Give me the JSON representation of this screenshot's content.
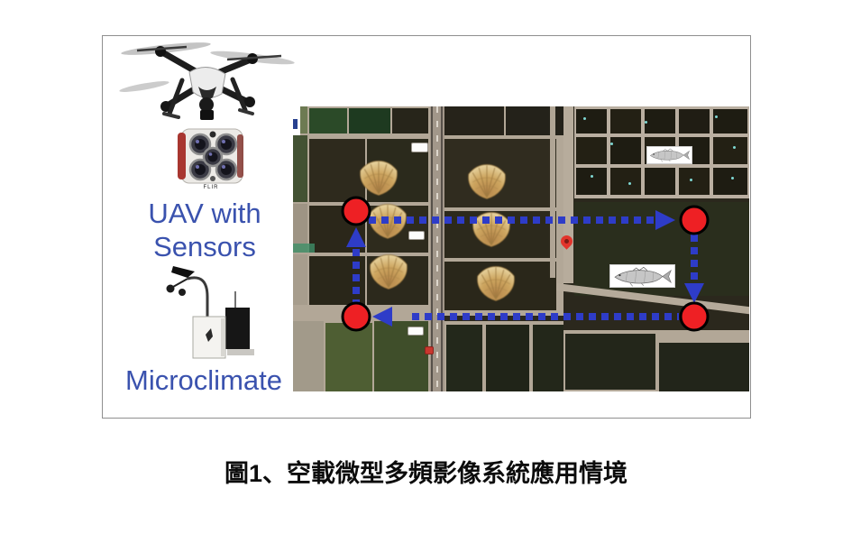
{
  "figure": {
    "caption": "圖1、空載微型多頻影像系統應用情境",
    "uav_label": {
      "line1": "UAV with",
      "line2": "Sensors"
    },
    "microclimate_label": "Microclimate",
    "camera_brand": "FLIR",
    "colors": {
      "label_blue": "#3a52ae",
      "path_blue": "#2e3cc8",
      "waypoint_red": "#ee2024",
      "caption_black": "#0c0c0c"
    },
    "map_overlay": {
      "waypoints": [
        "top-left",
        "top-right",
        "bottom-right",
        "bottom-left"
      ],
      "flight_path": "clockwise dashed loop with arrowheads",
      "clam_marker_count": 6,
      "fish_marker_count": 2,
      "location_pin_count": 1
    }
  }
}
